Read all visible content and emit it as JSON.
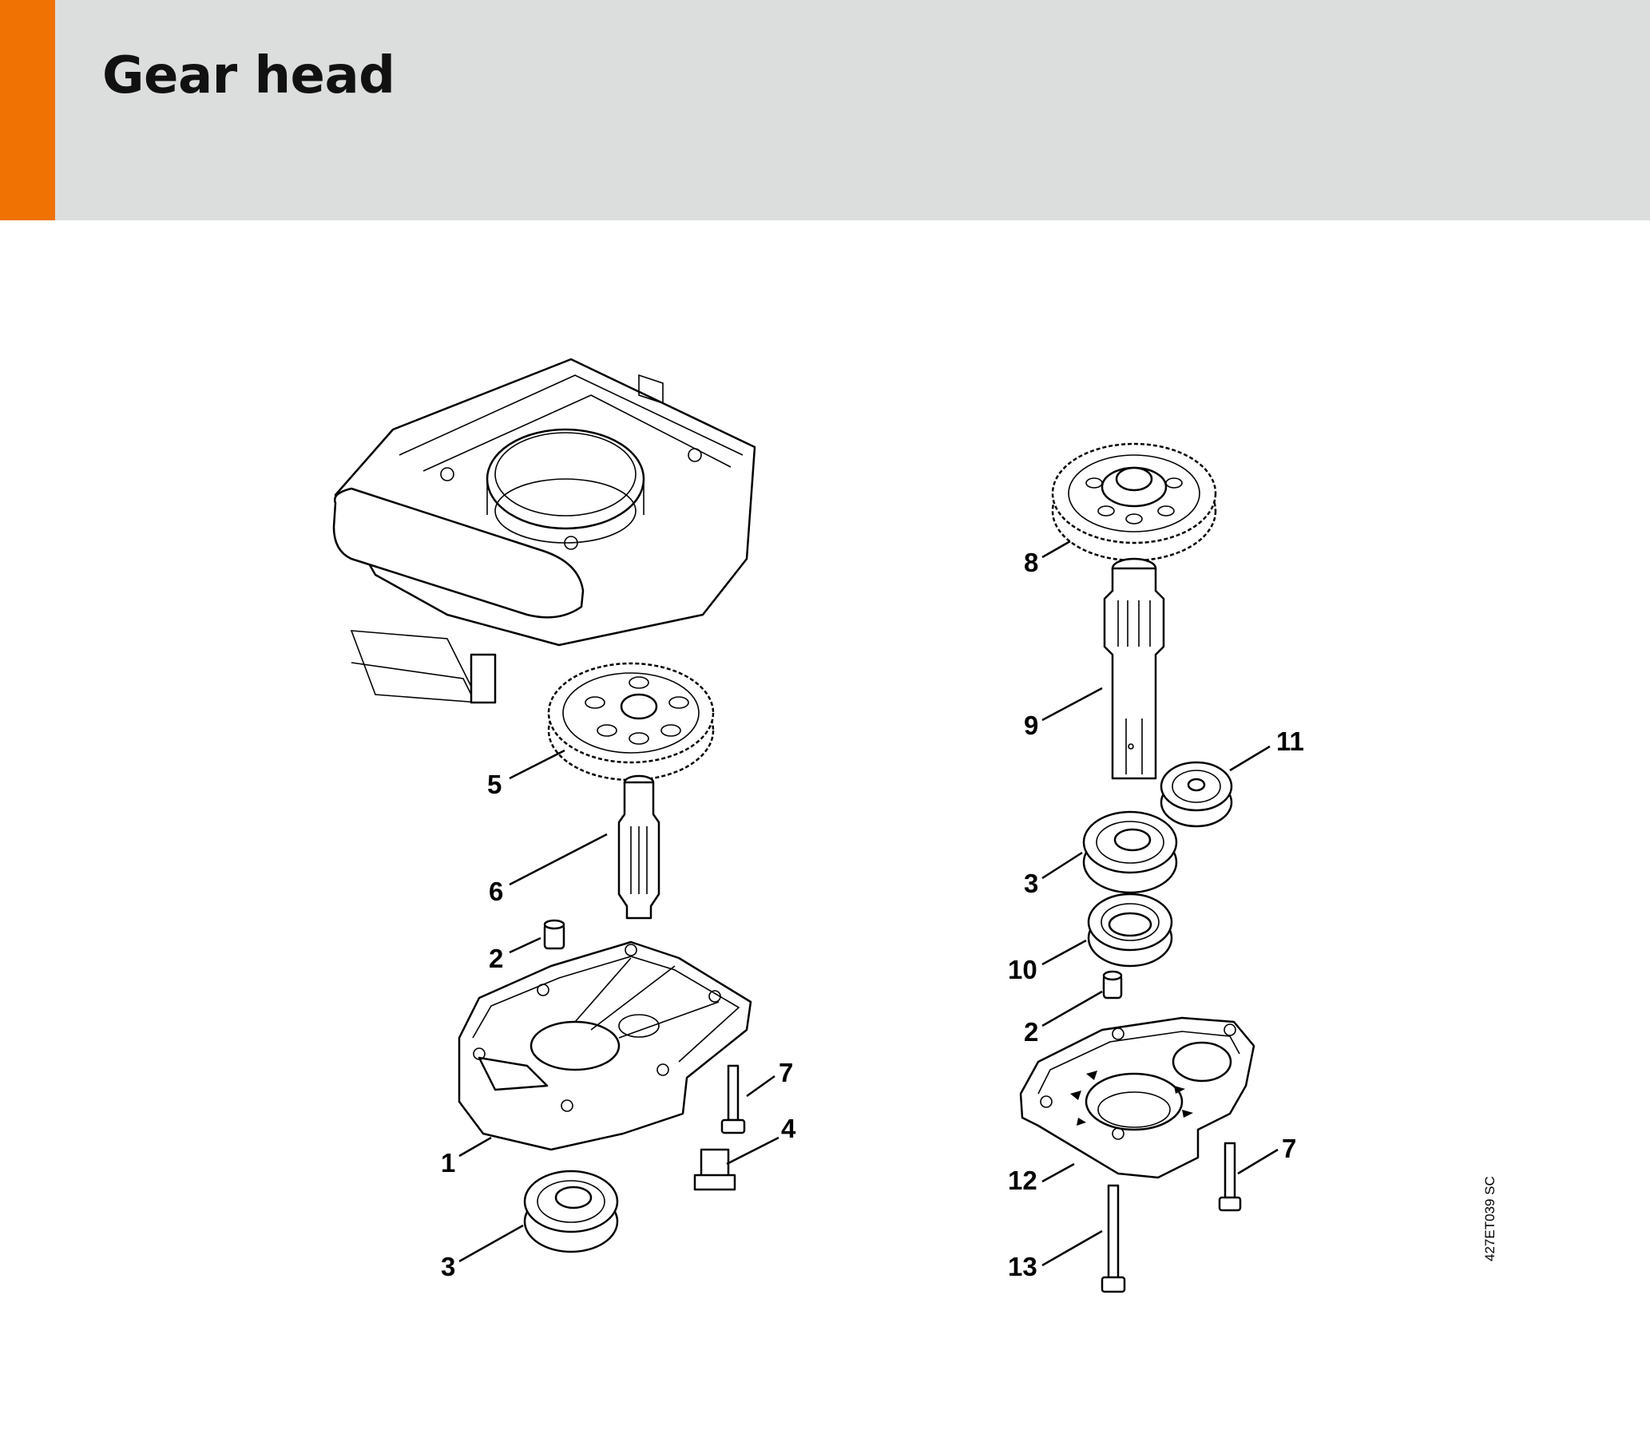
{
  "page": {
    "title": "Gear head",
    "drawing_code": "427ET039 SC"
  },
  "colors": {
    "accent": "#ef7203",
    "header_bg": "#dcdddd"
  },
  "callouts": {
    "c1": "1",
    "c2a": "2",
    "c2b": "2",
    "c3a": "3",
    "c3b": "3",
    "c4": "4",
    "c5": "5",
    "c6": "6",
    "c7a": "7",
    "c7b": "7",
    "c8": "8",
    "c9": "9",
    "c10": "10",
    "c11": "11",
    "c12": "12",
    "c13": "13"
  }
}
